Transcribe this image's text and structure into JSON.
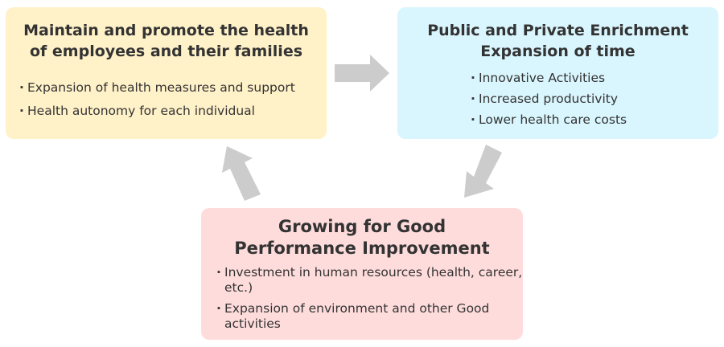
{
  "diagram": {
    "boxes": [
      {
        "id": "health",
        "color": "#fff1c8",
        "title_lines": [
          "Maintain and promote the health",
          "of employees and their families"
        ],
        "items": [
          "Expansion of health measures and support",
          "Health autonomy for each individual"
        ]
      },
      {
        "id": "enrichment",
        "color": "#d9f5fd",
        "title_lines": [
          "Public and Private Enrichment",
          "Expansion of time"
        ],
        "items": [
          "Innovative Activities",
          "Increased productivity",
          "Lower health care costs"
        ]
      },
      {
        "id": "growing",
        "color": "#ffdcdc",
        "title_lines": [
          "Growing for Good",
          "Performance Improvement"
        ],
        "items": [
          "Investment in human resources (health, career, etc.)",
          "Expansion of environment and other Good activities"
        ]
      }
    ],
    "arrows": [
      {
        "from": "health",
        "to": "enrichment",
        "direction": "right",
        "color": "#cccccc"
      },
      {
        "from": "enrichment",
        "to": "growing",
        "direction": "down-left",
        "color": "#cccccc"
      },
      {
        "from": "growing",
        "to": "health",
        "direction": "up-left",
        "color": "#cccccc"
      }
    ]
  }
}
